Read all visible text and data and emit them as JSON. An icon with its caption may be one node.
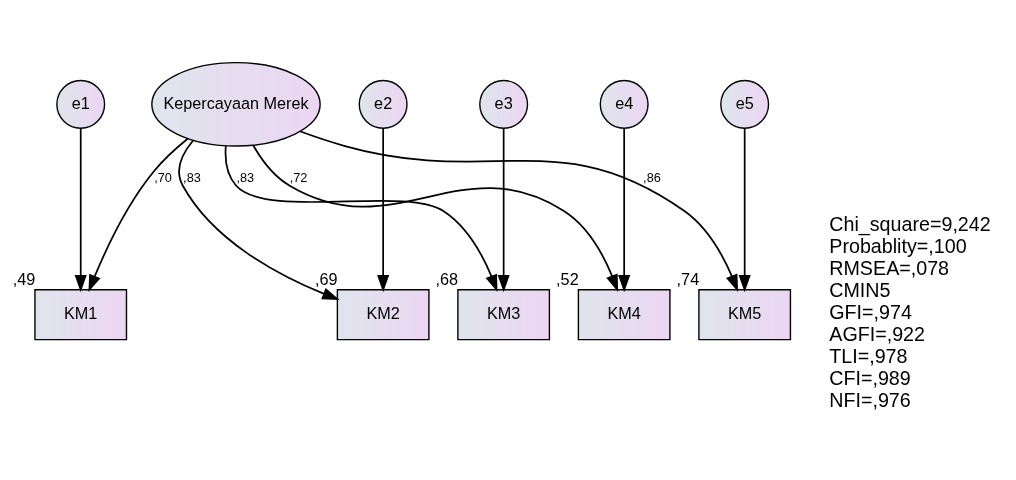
{
  "diagram": {
    "nodes": [
      {
        "text": [
          "e1"
        ]
      },
      {
        "text": [
          "e2"
        ]
      },
      {
        "text": [
          "e3"
        ]
      },
      {
        "text": [
          "e4"
        ]
      },
      {
        "text": [
          "e5"
        ]
      },
      {
        "text": [
          "KM1"
        ],
        "beside": [
          ",49"
        ]
      },
      {
        "text": [
          "KM2"
        ],
        "beside": [
          ",69"
        ]
      },
      {
        "text": [
          "KM3"
        ],
        "beside": [
          ",68"
        ]
      },
      {
        "text": [
          "KM4"
        ],
        "beside": [
          ",52"
        ]
      },
      {
        "text": [
          "KM5"
        ],
        "beside": [
          ",74"
        ]
      },
      {
        "text": [
          "Kepercayaan Merek"
        ]
      }
    ],
    "edges": [
      {
        "from": 0,
        "to": 5,
        "arrow": "to"
      },
      {
        "from": 1,
        "to": 6,
        "arrow": "to"
      },
      {
        "from": 2,
        "to": 7,
        "arrow": "to"
      },
      {
        "from": 3,
        "to": 8,
        "arrow": "to"
      },
      {
        "from": 4,
        "to": 9,
        "arrow": "to"
      },
      {
        "from": 10,
        "to": 5,
        "arrow": "to",
        "label": ",70"
      },
      {
        "from": 10,
        "to": 6,
        "arrow": "to",
        "label": ",83"
      },
      {
        "from": 10,
        "to": 7,
        "arrow": "to",
        "label": ",83"
      },
      {
        "from": 10,
        "to": 8,
        "arrow": "to",
        "label": ",72"
      },
      {
        "from": 10,
        "to": 9,
        "arrow": "to",
        "label": ",86"
      }
    ],
    "labels": [
      "Chi_square=9,242",
      "Probablity=,100",
      "RMSEA=,078",
      "CMIN5",
      "GFI=,974",
      "AGFI=,922",
      "TLI=,978",
      "CFI=,989",
      "NFI=,976"
    ]
  }
}
